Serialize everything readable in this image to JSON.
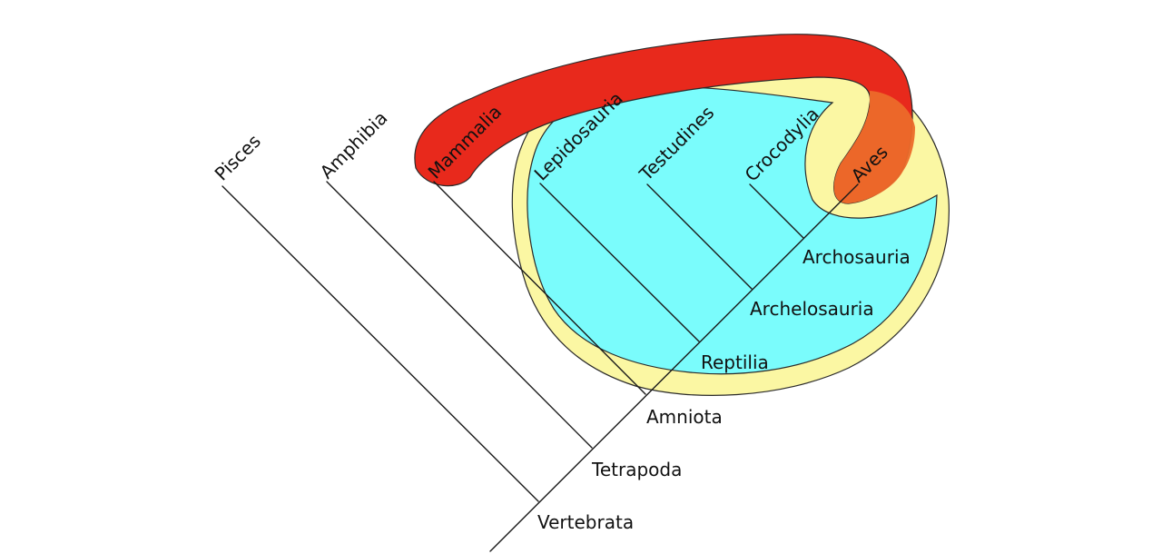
{
  "diagram": {
    "nodes": {
      "vertebrata": "Vertebrata",
      "tetrapoda": "Tetrapoda",
      "amniota": "Amniota",
      "reptilia": "Reptilia",
      "archelosauria": "Archelosauria",
      "archosauria": "Archosauria"
    },
    "tips": {
      "pisces": "Pisces",
      "amphibia": "Amphibia",
      "mammalia": "Mammalia",
      "lepidosauria": "Lepidosauria",
      "testudines": "Testudines",
      "crocodylia": "Crocodylia",
      "aves": "Aves"
    },
    "colors": {
      "amniote_region": "#fbf7a3",
      "reptile_region": "#7afcfc",
      "warm_blooded_band": "#e8291c",
      "overlap": "#ec6a2a",
      "lines": "#1a1a1a"
    }
  }
}
